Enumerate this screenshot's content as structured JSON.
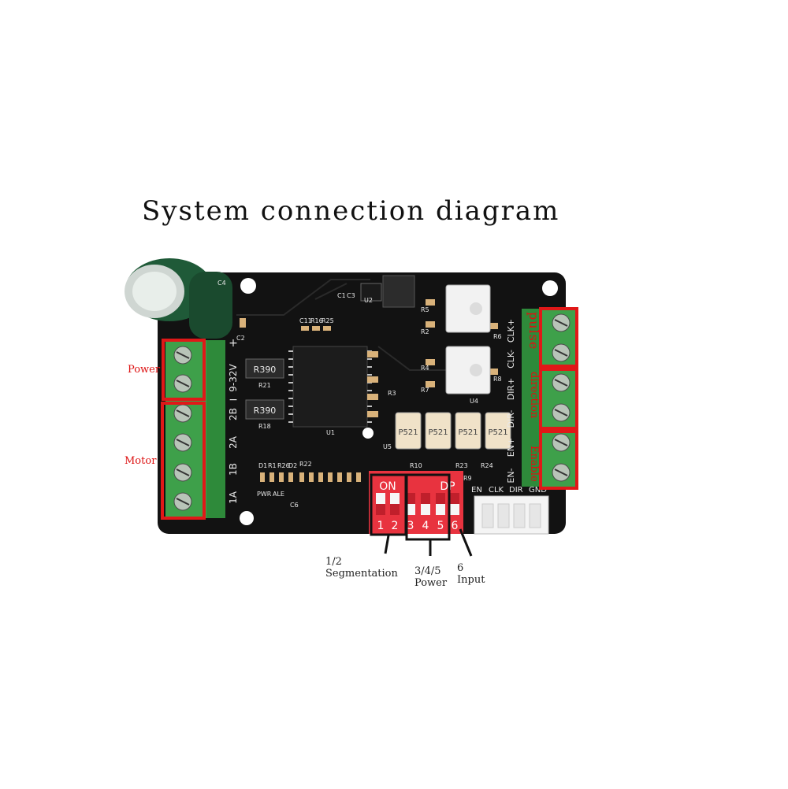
{
  "title": "System connection diagram",
  "labels": {
    "power": "Power",
    "motor": "Motor",
    "pulse": "pulse",
    "direction": "direction",
    "enable": "Enable",
    "seg_num": "1/2",
    "seg_text": "Segmentation",
    "pow_num": "3/4/5",
    "pow_text": "Power",
    "in_num": "6",
    "in_text": "Input"
  },
  "board": {
    "left_terminals": [
      "+",
      "9-32V",
      "−",
      "2B",
      "2A",
      "1B",
      "1A"
    ],
    "right_terminals": [
      "CLK+",
      "CLK-",
      "DIR+",
      "DIR-",
      "EN+",
      "EN-"
    ],
    "dip": {
      "on": "ON",
      "dp": "DP",
      "numbers": [
        "1",
        "2",
        "3",
        "4",
        "5",
        "6"
      ]
    },
    "header_pins": [
      "EN",
      "CLK",
      "DIR",
      "GND"
    ],
    "resistors": [
      "R390",
      "R390"
    ],
    "optos": [
      "P521",
      "P521",
      "P521",
      "P521"
    ],
    "components": [
      "C4",
      "C2",
      "C1",
      "C3",
      "U2",
      "C11",
      "R16",
      "R25",
      "R21",
      "R18",
      "R22",
      "U1",
      "R3",
      "R6",
      "R8",
      "R4",
      "R2",
      "R5",
      "R7",
      "U4",
      "U5",
      "R10",
      "R23",
      "R24",
      "R9",
      "D1",
      "R1",
      "R26",
      "D2",
      "PWR",
      "ALE",
      "C6"
    ]
  },
  "colors": {
    "highlight": "#e01818",
    "board": "#111111",
    "terminal": "#3ea04a",
    "dip": "#e8333f",
    "caption": "#d11111"
  }
}
